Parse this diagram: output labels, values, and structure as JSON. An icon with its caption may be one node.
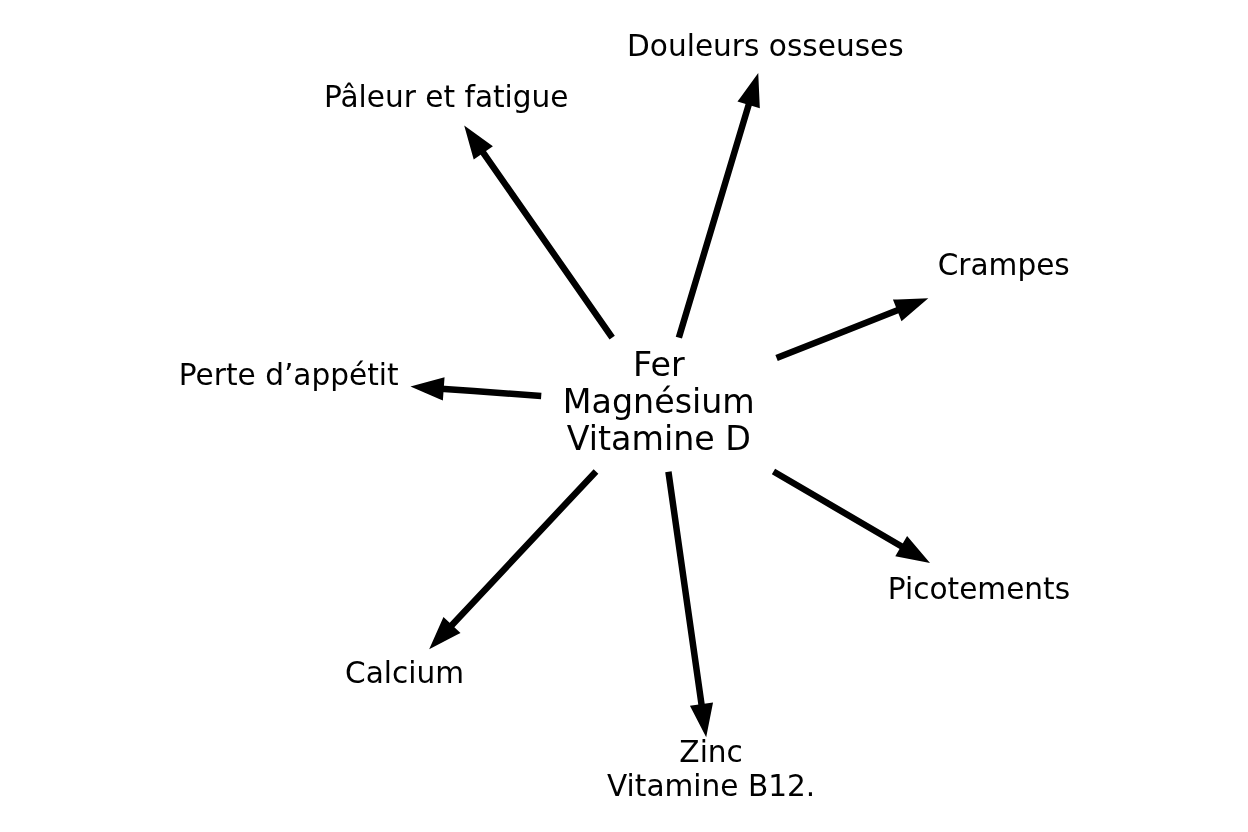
{
  "diagram": {
    "nodes": [
      {
        "text": [
          "Pâleur et fatigue"
        ]
      },
      {
        "text": [
          "Crampes"
        ]
      },
      {
        "text": [
          "Zinc",
          "Vitamine B12."
        ]
      },
      {
        "text": [
          "Fer",
          "Magnésium",
          "Vitamine D"
        ]
      },
      {
        "text": [
          "Douleurs osseuses"
        ]
      },
      {
        "text": [
          "Perte d’appétit"
        ]
      },
      {
        "text": [
          "Calcium"
        ]
      },
      {
        "text": [
          "Picotements"
        ]
      }
    ],
    "edges": [
      {
        "from": 3,
        "to": 0,
        "arrow": "to"
      },
      {
        "from": 3,
        "to": 1,
        "arrow": "to"
      },
      {
        "from": 3,
        "to": 2,
        "arrow": "to"
      },
      {
        "from": 3,
        "to": 4,
        "arrow": "to"
      },
      {
        "from": 3,
        "to": 5,
        "arrow": "to"
      },
      {
        "from": 3,
        "to": 6,
        "arrow": "to"
      },
      {
        "from": 3,
        "to": 7,
        "arrow": "to"
      }
    ]
  }
}
